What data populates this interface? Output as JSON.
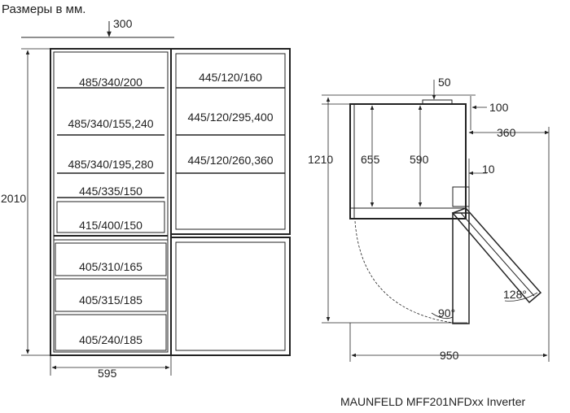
{
  "header": {
    "units_note": "Размеры в мм."
  },
  "footer": {
    "model": "MAUNFELD MFF201NFDxx Inverter"
  },
  "front_view": {
    "top_dim": "300",
    "height_dim": "2010",
    "width_dim": "595",
    "left_compartment": [
      "485/340/200",
      "485/340/155,240",
      "485/340/195,280",
      "445/335/150",
      "415/400/150"
    ],
    "door_shelves": [
      "445/120/160",
      "445/120/295,400",
      "445/120/260,360"
    ],
    "freezer_drawers": [
      "405/310/165",
      "405/315/185",
      "405/240/185"
    ]
  },
  "side_view": {
    "dim_50": "50",
    "dim_100": "100",
    "dim_360": "360",
    "dim_10": "10",
    "dim_1210": "1210",
    "dim_655": "655",
    "dim_590": "590",
    "dim_950": "950",
    "angle_90": "90°",
    "angle_128": "128°"
  }
}
